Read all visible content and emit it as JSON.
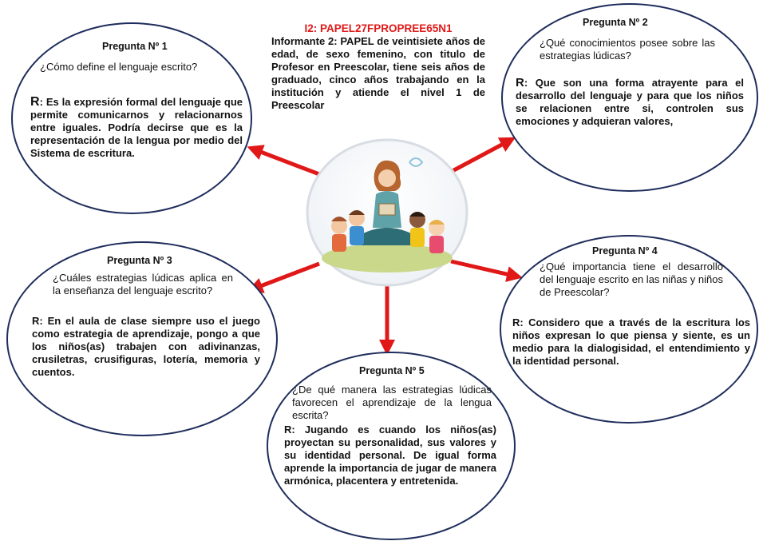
{
  "header": {
    "code": "I2: PAPEL27FPROPREE65N1",
    "informant": "Informante 2: PAPEL de veintisiete años de edad, de sexo femenino, con titulo de Profesor en Preescolar, tiene seis años de graduado, cinco años trabajando en la institución y atiende el nivel 1 de Preescolar"
  },
  "nodes": [
    {
      "title": "Pregunta Nº 1",
      "question": "¿Cómo define el lenguaje escrito?",
      "answer_prefix": "R",
      "answer": ": Es la expresión formal del lenguaje que permite comunicarnos y relacionarnos entre iguales. Podría decirse que es la representación de la lengua por medio del Sistema de escritura."
    },
    {
      "title": "Pregunta Nº 2",
      "question": "¿Qué conocimientos posee sobre las estrategias lúdicas?",
      "answer_prefix": "R",
      "answer": ": Que son una forma atrayente para el desarrollo del lenguaje y para que los niños se relacionen entre si, controlen sus emociones y adquieran valores,"
    },
    {
      "title": "Pregunta Nº 3",
      "question": "¿Cuáles estrategias lúdicas aplica en la enseñanza del lenguaje escrito?",
      "answer_prefix": "R",
      "answer": ": En el aula de clase siempre uso el juego como estrategia de aprendizaje, pongo a que los niños(as) trabajen con adivinanzas, crusiletras, crusifiguras, lotería, memoria y cuentos."
    },
    {
      "title": "Pregunta Nº 4",
      "question": "¿Qué importancia tiene el desarrollo del lenguaje escrito en las niñas y niños de Preescolar?",
      "answer_prefix": "R",
      "answer": ": Considero que a través de la escritura los niños expresan lo que piensa y siente, es un medio para la dialogisidad, el entendimiento y la identidad personal."
    },
    {
      "title": "Pregunta Nº 5",
      "question": "¿De qué manera las estrategias lúdicas favorecen el aprendizaje de la lengua escrita?",
      "answer_prefix": "R",
      "answer": ": Jugando es cuando los niños(as) proyectan su personalidad, sus valores y su identidad personal. De igual forma aprende la importancia de jugar de manera armónica, placentera y entretenida."
    }
  ],
  "colors": {
    "arrow": "#e01818",
    "ellipse_border": "#1f2d5c",
    "code_text": "#e01818"
  },
  "center_image": "teacher-with-children-illustration"
}
